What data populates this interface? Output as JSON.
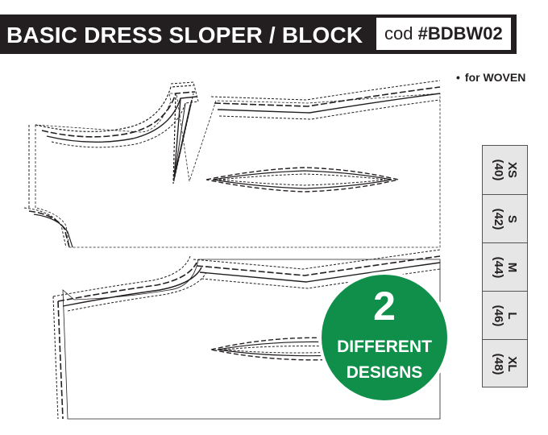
{
  "header": {
    "title": "BASIC DRESS SLOPER / BLOCK",
    "code_prefix": "cod ",
    "code_value": "#BDBW02"
  },
  "note": {
    "bullet": "•",
    "text": "for WOVEN"
  },
  "sizes": [
    {
      "label": "XS",
      "number": "(40)"
    },
    {
      "label": "S",
      "number": "(42)"
    },
    {
      "label": "M",
      "number": "(44)"
    },
    {
      "label": "L",
      "number": "(46)"
    },
    {
      "label": "XL",
      "number": "(48)"
    }
  ],
  "badge": {
    "number": "2",
    "line1": "DIFFERENT",
    "line2": "DESIGNS",
    "color": "#108f4b"
  },
  "colors": {
    "title_bar": "#231f20",
    "size_table_bg": "#e6e6e6"
  }
}
